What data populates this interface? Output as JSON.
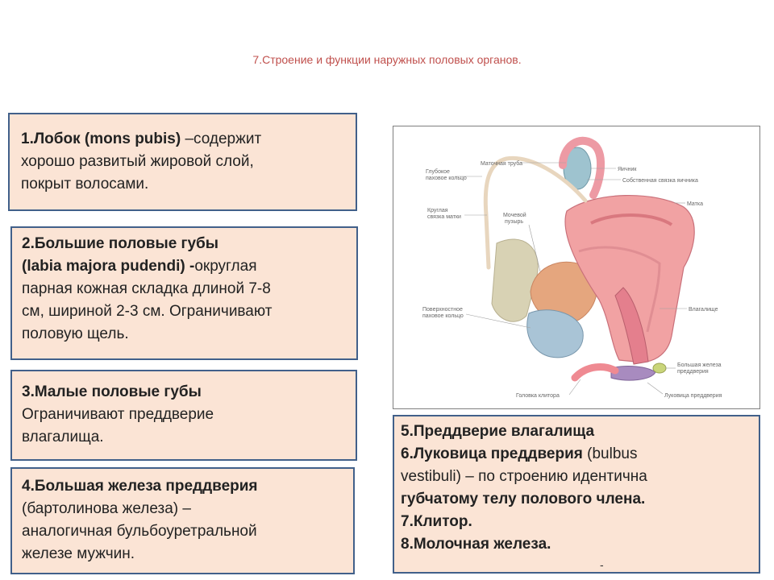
{
  "title": "7.Строение и функции наружных половых органов.",
  "box1": {
    "bold": "1.Лобок (mons pubis)",
    "l1_rest": " –содержит",
    "l2": "хорошо развитый жировой слой,",
    "l3": "покрыт волосами."
  },
  "box2": {
    "l1": "2.Большие половые губы",
    "l2_bold": "(labia majora pudendi) -",
    "l2_rest": "округлая",
    "l3": "парная кожная складка длиной 7-8",
    "l4": "см, шириной 2-3  см. Ограничивают",
    "l5": "половую щель."
  },
  "box3": {
    "l1": "3.Малые половые губы",
    "l2": "Ограничивают преддверие",
    "l3": "влагалища."
  },
  "box4": {
    "l1": "4.Большая железа преддверия",
    "l2": "(бартолинова железа) –",
    "l3": "аналогичная бульбоуретральной",
    "l4": "железе мужчин."
  },
  "box5": {
    "l1": "5.Преддверие влагалища",
    "l2_bold": "6.Луковица преддверия",
    "l2_rest": " (bulbus",
    "l3": "vestibuli) – по строению    идентична",
    "l4": "губчатому телу полового члена.",
    "l5": "7.Клитор.",
    "l6": "8.Молочная железа."
  },
  "bottom_mark": "-",
  "figure": {
    "labels": {
      "deep_ring": [
        "Глубокое",
        "паховое кольцо"
      ],
      "tube": "Маточная труба",
      "ovary": "Яичник",
      "ovary_ligament": "Собственная связка яичника",
      "round_ligament": [
        "Круглая",
        "связка матки"
      ],
      "bladder": [
        "Мочевой",
        "пузырь"
      ],
      "uterus": "Матка",
      "superficial_ring": [
        "Поверхностное",
        "паховое кольцо"
      ],
      "vagina": "Влагалище",
      "gland": [
        "Большая железа",
        "преддверия"
      ],
      "clitoris_head": "Головка клитора",
      "bulb": "Луковица преддверия"
    }
  }
}
